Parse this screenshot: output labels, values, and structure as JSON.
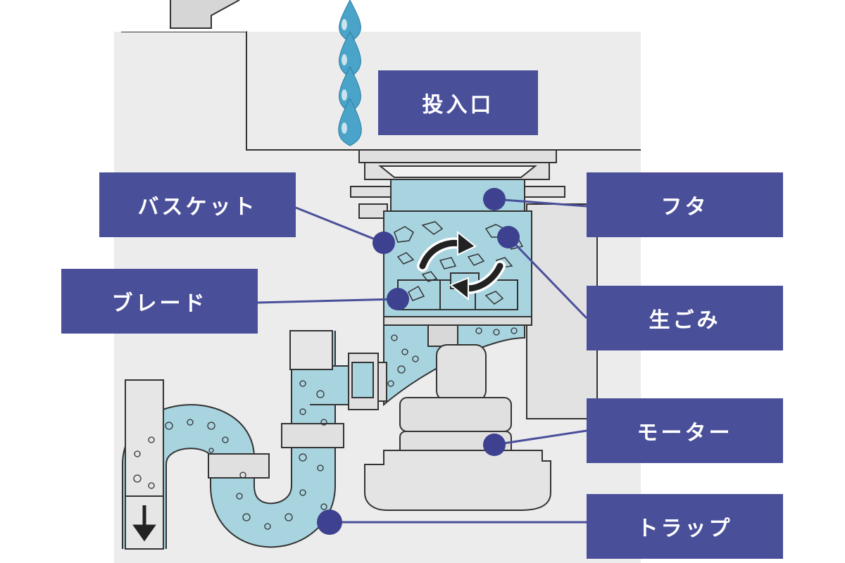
{
  "labels": {
    "inlet": "投入口",
    "basket": "バスケット",
    "blade": "ブレード",
    "lid": "フタ",
    "garbage": "生ごみ",
    "motor": "モーター",
    "trap": "トラップ"
  },
  "colors": {
    "label_bg": "#4a4f9a",
    "label_text": "#ffffff",
    "water": "#a8d4e0",
    "water_drop": "#4aa3c8",
    "cabinet": "#ececec",
    "outline": "#333333",
    "marker": "#3d418f"
  }
}
